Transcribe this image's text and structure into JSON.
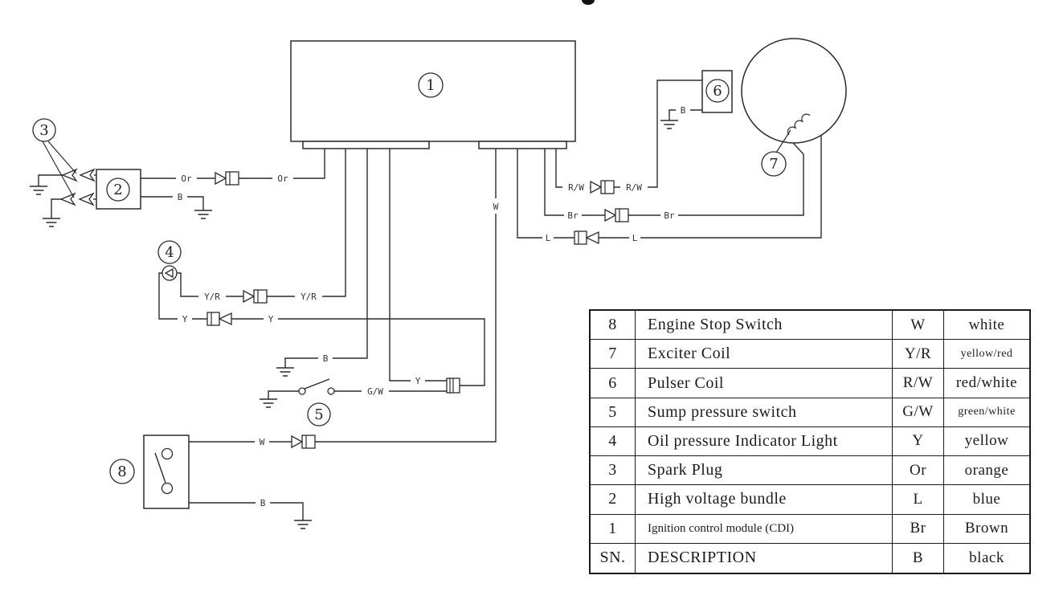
{
  "diagram": {
    "callouts": {
      "c1": "1",
      "c2": "2",
      "c3": "3",
      "c4": "4",
      "c5": "5",
      "c6": "6",
      "c7": "7",
      "c8": "8"
    },
    "labels": {
      "or1": "Or",
      "or2": "Or",
      "b_hv": "B",
      "yr1": "Y/R",
      "yr2": "Y/R",
      "y1": "Y",
      "y2": "Y",
      "y3": "Y",
      "b_cdi": "B",
      "gw": "G/W",
      "w_vert": "W",
      "w_stop": "W",
      "b_stop": "B",
      "rw1": "R/W",
      "rw2": "R/W",
      "br1": "Br",
      "br2": "Br",
      "l1": "L",
      "l2": "L",
      "b_pulser": "B"
    }
  },
  "table": {
    "rows": [
      {
        "sn": "8",
        "description": "Engine Stop Switch",
        "code": "W",
        "color": "white"
      },
      {
        "sn": "7",
        "description": "Exciter Coil",
        "code": "Y/R",
        "color": "yellow/red"
      },
      {
        "sn": "6",
        "description": "Pulser Coil",
        "code": "R/W",
        "color": "red/white"
      },
      {
        "sn": "5",
        "description": "Sump pressure switch",
        "code": "G/W",
        "color": "green/white"
      },
      {
        "sn": "4",
        "description": "Oil pressure Indicator Light",
        "code": "Y",
        "color": "yellow"
      },
      {
        "sn": "3",
        "description": "Spark Plug",
        "code": "Or",
        "color": "orange"
      },
      {
        "sn": "2",
        "description": "High voltage bundle",
        "code": "L",
        "color": "blue"
      },
      {
        "sn": "1",
        "description": "Ignition control module (CDI)",
        "code": "Br",
        "color": "Brown"
      },
      {
        "sn": "SN.",
        "description": "DESCRIPTION",
        "code": "B",
        "color": "black"
      }
    ]
  }
}
